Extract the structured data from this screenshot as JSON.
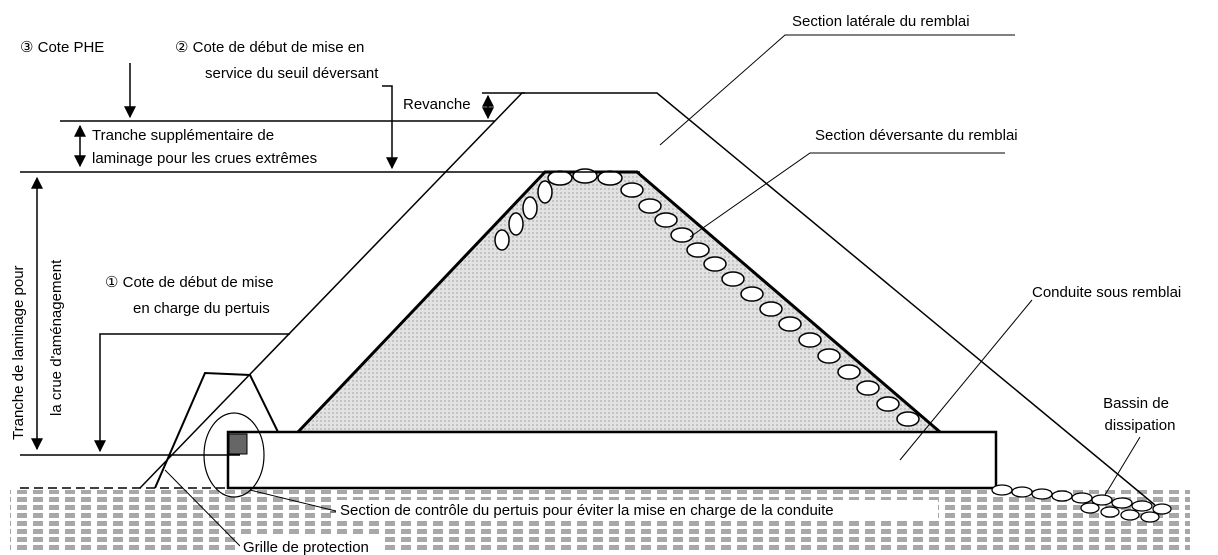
{
  "labels": {
    "cote_phe": "③ Cote PHE",
    "cote_seuil_l1": "② Cote de début de mise en",
    "cote_seuil_l2": "service du seuil déversant",
    "revanche": "Revanche",
    "tranche_supp_l1": "Tranche supplémentaire de",
    "tranche_supp_l2": "laminage pour les crues extrêmes",
    "tranche_amen_l1": "Tranche de laminage pour",
    "tranche_amen_l2": "la crue d'aménagement",
    "cote_pertuis_l1": "① Cote de début de mise",
    "cote_pertuis_l2": "en charge du pertuis",
    "section_laterale": "Section latérale du remblai",
    "section_deversante": "Section déversante du remblai",
    "conduite": "Conduite sous remblai",
    "bassin_l1": "Bassin de",
    "bassin_l2": "dissipation",
    "section_controle": "Section de contrôle du pertuis pour éviter la mise en charge de la conduite",
    "grille": "Grille de protection"
  },
  "colors": {
    "ink": "#000000",
    "spillway_fill": "#d4d4d4",
    "ground_hatch": "#9a9a9a"
  }
}
